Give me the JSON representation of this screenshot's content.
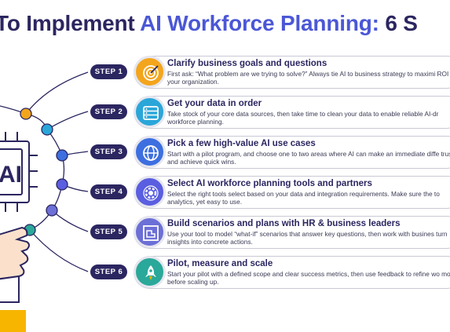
{
  "title": {
    "prefix": "To Implement ",
    "highlight": "AI Workforce Planning:",
    "suffix": " 6 S"
  },
  "chip_label": "AI",
  "steps": [
    {
      "badge": "STEP 1",
      "title": "Clarify business goals and questions",
      "desc": "First ask: “What problem are we trying to solve?” Always tie AI to business strategy to maximi ROI for your organization.",
      "icon": "target-icon",
      "color": "#f3a51c"
    },
    {
      "badge": "STEP 2",
      "title": "Get your data in order",
      "desc": "Take stock of your core data sources, then take time to clean your data to enable reliable AI-dr workforce planning.",
      "icon": "database-icon",
      "color": "#2aa6d9"
    },
    {
      "badge": "STEP 3",
      "title": "Pick a few high-value AI use cases",
      "desc": "Start with a pilot program, and choose one to two areas where AI can make an immediate diffe trust and achieve quick wins.",
      "icon": "globe-icon",
      "color": "#3d6fe0"
    },
    {
      "badge": "STEP 4",
      "title": "Select AI workforce planning tools and partners",
      "desc": "Select the right tools select based on your data and integration requirements. Make sure the to analytics, yet easy to use.",
      "icon": "gear-icon",
      "color": "#5a5ee0"
    },
    {
      "badge": "STEP 5",
      "title": "Build scenarios and plans with HR & business leaders",
      "desc": "Use your tool to model “what-if” scenarios that answer key questions, then work with busines turn insights into concrete actions.",
      "icon": "blueprint-icon",
      "color": "#6c6fd6"
    },
    {
      "badge": "STEP 6",
      "title": "Pilot, measure and scale",
      "desc": "Start your pilot with a defined scope and clear success metrics, then use feedback to refine wo models before scaling up.",
      "icon": "rocket-icon",
      "color": "#2aa89a"
    }
  ],
  "colors": {
    "navy": "#2b2660",
    "accent": "#4b57d6",
    "yellow": "#f7b500"
  }
}
